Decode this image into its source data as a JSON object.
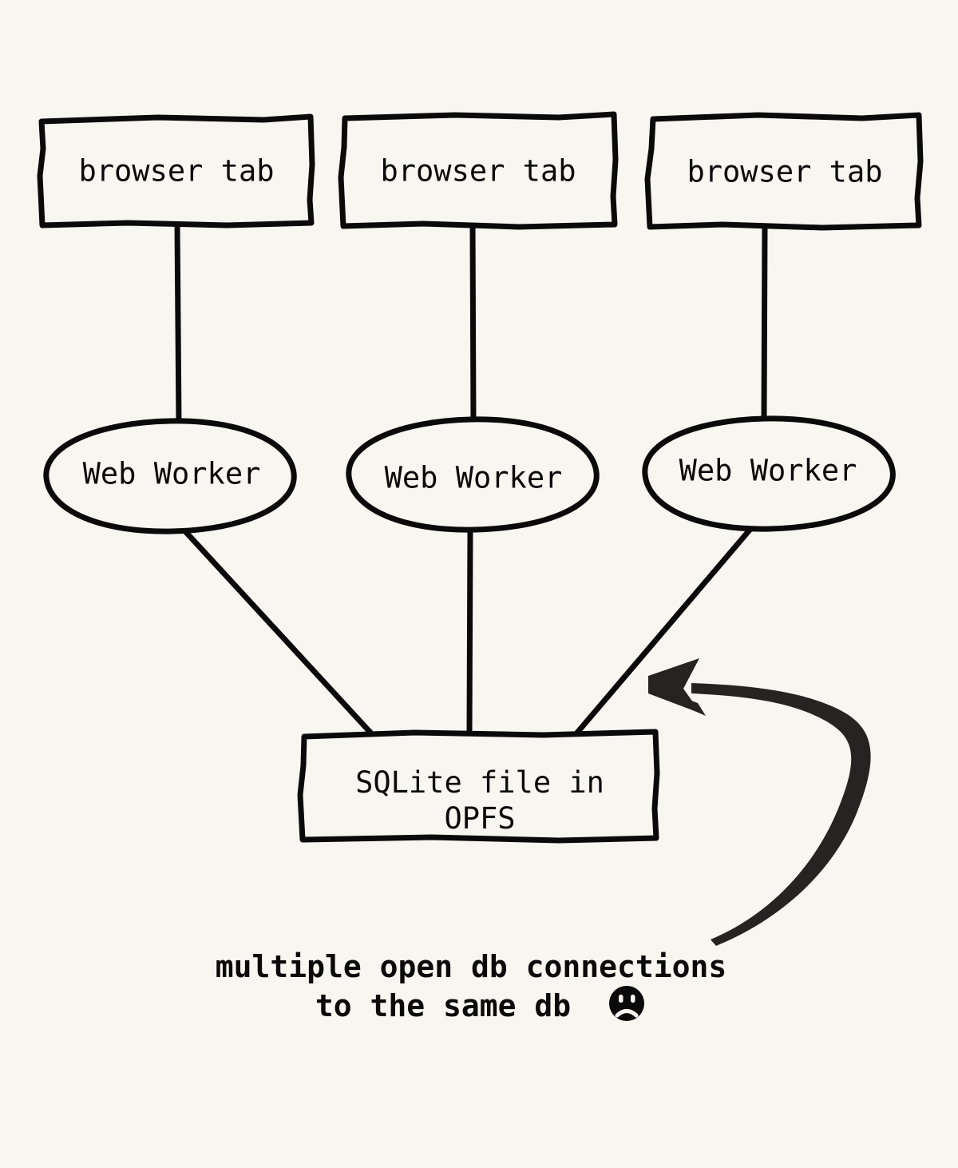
{
  "diagram": {
    "title": "Multiple browser tabs with web workers opening the same SQLite file in OPFS",
    "background_color": "#f7f6f1",
    "ink_color": "#0a0a0a",
    "arrow_color": "#262422",
    "tabs": [
      {
        "label": "browser tab"
      },
      {
        "label": "browser tab"
      },
      {
        "label": "browser tab"
      }
    ],
    "workers": [
      {
        "label": "Web Worker"
      },
      {
        "label": "Web Worker"
      },
      {
        "label": "Web Worker"
      }
    ],
    "store": {
      "line1": "SQLite file in",
      "line2": "OPFS"
    },
    "caption": {
      "line1": "multiple open db connections",
      "line2": "to the same db",
      "emoji": "frowning-face"
    }
  }
}
